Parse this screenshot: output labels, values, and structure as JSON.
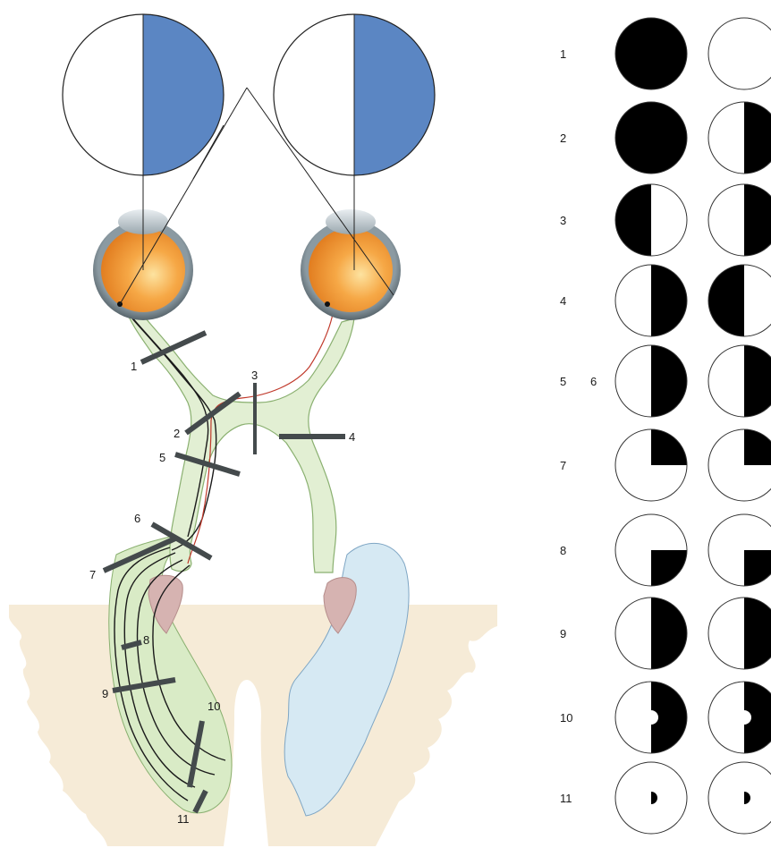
{
  "lesion_labels": [
    "1",
    "2",
    "3",
    "4",
    "5",
    "6",
    "7",
    "8",
    "9",
    "10",
    "11"
  ],
  "deficit_rows": [
    {
      "label": "1",
      "left_eye": "complete-loss",
      "right_eye": "normal"
    },
    {
      "label": "2",
      "left_eye": "complete-loss",
      "right_eye": "right-half-loss"
    },
    {
      "label": "3",
      "left_eye": "left-half-loss",
      "right_eye": "right-half-loss"
    },
    {
      "label": "4",
      "left_eye": "right-half-loss",
      "right_eye": "left-half-loss"
    },
    {
      "label": "5",
      "label_extra": "6",
      "left_eye": "right-half-loss",
      "right_eye": "right-half-loss"
    },
    {
      "label": "7",
      "left_eye": "upper-right-quadrant-loss",
      "right_eye": "upper-right-quadrant-loss"
    },
    {
      "label": "8",
      "left_eye": "lower-right-quadrant-loss",
      "right_eye": "lower-right-quadrant-loss"
    },
    {
      "label": "9",
      "left_eye": "right-half-loss",
      "right_eye": "right-half-loss"
    },
    {
      "label": "10",
      "left_eye": "right-half-loss-macular-sparing",
      "right_eye": "right-half-loss-macular-sparing"
    },
    {
      "label": "11",
      "left_eye": "small-central-right-loss",
      "right_eye": "small-central-right-loss"
    }
  ],
  "colors": {
    "field_shading": "#5b86c3",
    "optic_pathway": "#e2efd3",
    "pathway_outline": "#8ab070",
    "cortex": "#f6ebd7",
    "radiation_highlight": "#d6e9f3",
    "lgn": "#d6b3b1",
    "eye_orange": "#f39c3a",
    "eye_rim": "#55666f",
    "lesion_bar": "#444a4c",
    "deficit": "#000000",
    "red_fiber": "#c0392b"
  },
  "icons": {
    "eye": "eyeball-icon",
    "visual_field": "visual-field-circle-icon"
  }
}
